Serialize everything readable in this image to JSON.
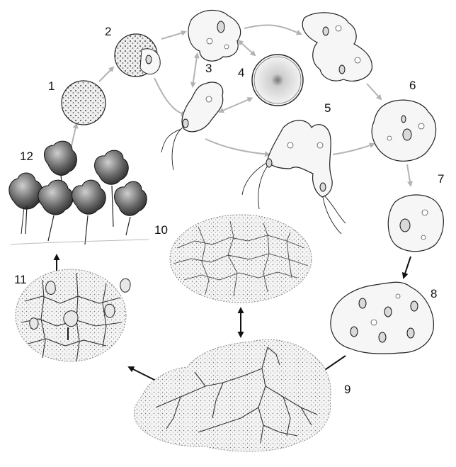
{
  "stages": [
    {
      "id": 1,
      "label": "1"
    },
    {
      "id": 2,
      "label": "2"
    },
    {
      "id": 3,
      "label": "3"
    },
    {
      "id": 4,
      "label": "4"
    },
    {
      "id": 5,
      "label": "5"
    },
    {
      "id": 6,
      "label": "6"
    },
    {
      "id": 7,
      "label": "7"
    },
    {
      "id": 8,
      "label": "8"
    },
    {
      "id": 9,
      "label": "9"
    },
    {
      "id": 10,
      "label": "10"
    },
    {
      "id": 11,
      "label": "11"
    },
    {
      "id": 12,
      "label": "12"
    }
  ],
  "colors": {
    "transition_arrow": "#b3b3b3",
    "main_arrow": "#111111",
    "ink": "#222222"
  }
}
